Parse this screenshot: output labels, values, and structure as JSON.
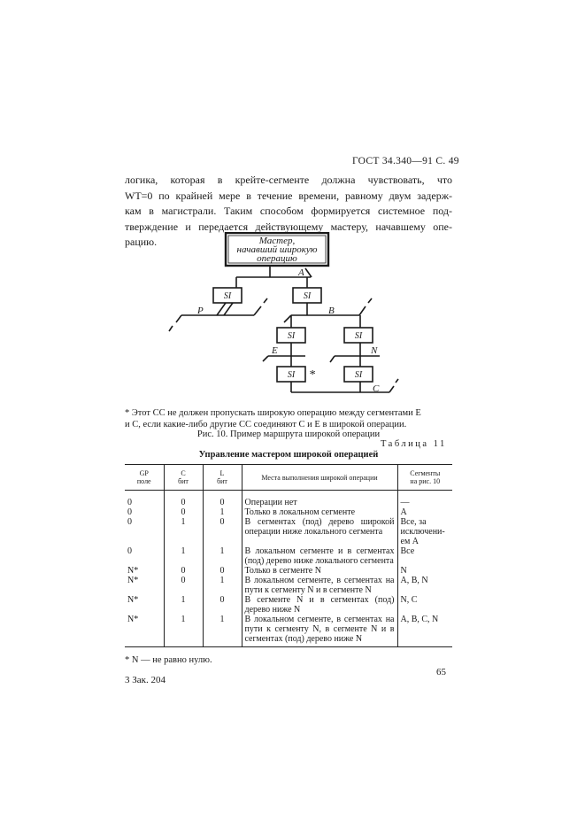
{
  "header": "ГОСТ 34.340—91 С. 49",
  "paragraph": [
    "логика, которая в крейте-сегменте должна чувствовать, что",
    "WT=0 по крайней мере в течение времени, равному двум задерж-",
    "кам в магистрали. Таким способом формируется системное под-",
    "тверждение и передается действующему мастеру, начавшему опе-",
    "рацию."
  ],
  "diagram": {
    "master_box": [
      "Мастер,",
      "начавший широкую",
      "операцию"
    ],
    "node_label": "SI",
    "bus_labels": {
      "a": "A",
      "p": "P",
      "b": "B",
      "e": "E",
      "n": "N",
      "c": "C"
    },
    "asterisk": "*"
  },
  "footnote": [
    "* Этот СС не должен пропускать широкую операцию между сегментами E",
    "и С, если какие-либо другие СС соединяют С и E в широкой операции."
  ],
  "figure_caption": "Рис. 10. Пример маршрута широкой операции",
  "table": {
    "number": "Таблица 11",
    "title": "Управление мастером широкой операцией",
    "headers": {
      "gp": [
        "GP",
        "поле"
      ],
      "c": [
        "C",
        "бит"
      ],
      "l": [
        "L",
        "бит"
      ],
      "place": "Места выполнения широкой операции",
      "segments": [
        "Сегменты",
        "на рис. 10"
      ]
    },
    "rows": [
      {
        "gp": "0",
        "c": "0",
        "l": "0",
        "place": "Операции нет",
        "seg": "—"
      },
      {
        "gp": "0",
        "c": "0",
        "l": "1",
        "place": "Только в локальном сегменте",
        "seg": "A"
      },
      {
        "gp": "0",
        "c": "1",
        "l": "0",
        "place": "В сегментах (под) дерево широкой операции ниже локального сегмента",
        "seg": "Все, за исключени- ем A"
      },
      {
        "gp": "0",
        "c": "1",
        "l": "1",
        "place": "В локальном сегменте и в сегментах (под) дерево ниже локального сегмента",
        "seg": "Все"
      },
      {
        "gp": "N*",
        "c": "0",
        "l": "0",
        "place": "Только в сегменте N",
        "seg": "N"
      },
      {
        "gp": "N*",
        "c": "0",
        "l": "1",
        "place": "В локальном сегменте, в сегментах на пути к сегменту N и в сегменте N",
        "seg": "A, B, N"
      },
      {
        "gp": "N*",
        "c": "1",
        "l": "0",
        "place": "В сегменте N и в сегментах (под) дерево ниже N",
        "seg": "N, C"
      },
      {
        "gp": "N*",
        "c": "1",
        "l": "1",
        "place": "В локальном сегменте, в сегментах на пути к сегменту N, в сегменте N и в сегментах (под) дерево ниже N",
        "seg": "A, B, C, N"
      }
    ],
    "footnote": "* N — не равно нулю."
  },
  "page_number": "65",
  "order_note": "3 Зак. 204"
}
